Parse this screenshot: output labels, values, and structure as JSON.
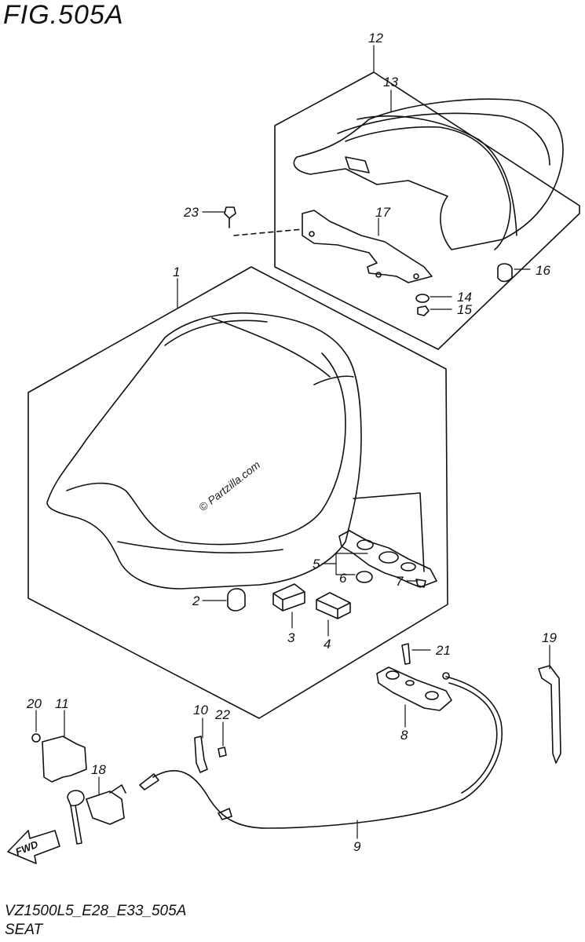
{
  "figure": {
    "title": "FIG.505A",
    "model_code": "VZ1500L5_E28_E33_505A",
    "name": "SEAT"
  },
  "watermark": "© Partzilla.com",
  "fwd_arrow_label": "FWD",
  "callouts": {
    "p1": "1",
    "p2": "2",
    "p3": "3",
    "p4": "4",
    "p5": "5",
    "p6": "6",
    "p7": "7",
    "p8": "8",
    "p9": "9",
    "p10": "10",
    "p11": "11",
    "p12": "12",
    "p13": "13",
    "p14": "14",
    "p15": "15",
    "p16": "16",
    "p17": "17",
    "p18": "18",
    "p19": "19",
    "p20": "20",
    "p21": "21",
    "p22": "22",
    "p23": "23"
  }
}
